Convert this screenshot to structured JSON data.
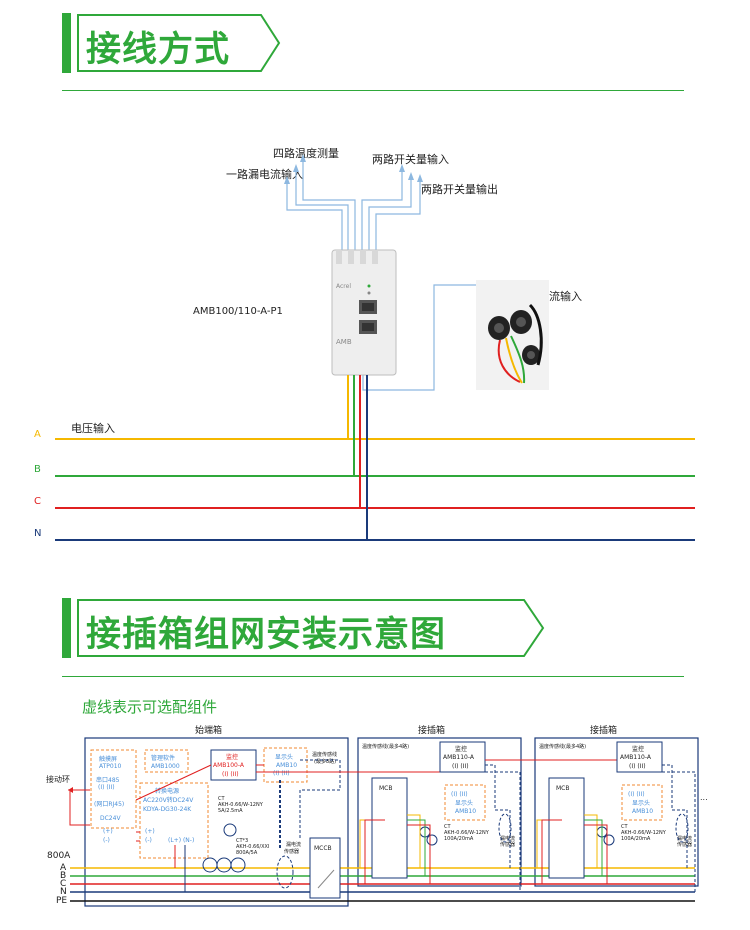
{
  "section1": {
    "title": "接线方式"
  },
  "section2": {
    "title": "接插箱组网安装示意图"
  },
  "wiring": {
    "labels": {
      "temp": "四路温度测量",
      "leak": "一路漏电流输入",
      "switch_in": "两路开关量输入",
      "switch_out": "两路开关量输出",
      "model": "AMB100/110-A-P1",
      "current_in": "电流输入",
      "voltage_in": "电压输入",
      "device_brand": "Acrel",
      "device_name": "AMB"
    },
    "phases": [
      {
        "name": "A",
        "color": "#f5b800"
      },
      {
        "name": "B",
        "color": "#2fa83a"
      },
      {
        "name": "C",
        "color": "#e02020"
      },
      {
        "name": "N",
        "color": "#1a3a7a"
      }
    ]
  },
  "network": {
    "note": "虚线表示可选配组件",
    "boxes": {
      "start": "始端箱",
      "plug1": "接插箱",
      "plug2": "接插箱"
    },
    "ring": "接动环",
    "busbar_rating": "800A",
    "bus_lines": [
      "A",
      "B",
      "C",
      "N",
      "PE"
    ],
    "start_box": {
      "touchscreen": [
        "触摸屏",
        "ATP010"
      ],
      "port485": "串口485",
      "port485_sub": "(I)  (II)",
      "rj45": "(网口RJ45)",
      "dc24": "DC24V",
      "plus": "(+)",
      "minus": "(-)",
      "software": [
        "管理软件",
        "AMB1000"
      ],
      "converter": [
        "转换电源",
        "AC220V转DC24V",
        "KDYA-DG30-24K"
      ],
      "ln": "(L+)  (N-)",
      "monitor": [
        "监控",
        "AMB100-A",
        "(I)  (II)"
      ],
      "display": [
        "显示头",
        "AMB10",
        "(I)  (II)"
      ],
      "temp_sensor": [
        "温度传感线",
        "(最多8路)"
      ],
      "ct_main": [
        "CT",
        "AKH-0.66/W-12NY",
        "5A/2.5mA"
      ],
      "ct_sub": [
        "CT*3",
        "AKH-0.66/XXI",
        "800A/5A"
      ],
      "leak_sensor": [
        "漏电流",
        "传感器"
      ],
      "mccb": "MCCB"
    },
    "plug_box": {
      "temp_sensor": "温度传感线(最多4路)",
      "monitor": [
        "监控",
        "AMB110-A",
        "(I)  (II)"
      ],
      "mcb": "MCB",
      "display": [
        "(I)  (II)",
        "显示头",
        "AMB10"
      ],
      "ct": [
        "CT",
        "AKH-0.66/W-12NY",
        "100A/20mA"
      ],
      "leak_sensor": [
        "漏电流",
        "传感器"
      ]
    },
    "ellipsis": "..."
  }
}
